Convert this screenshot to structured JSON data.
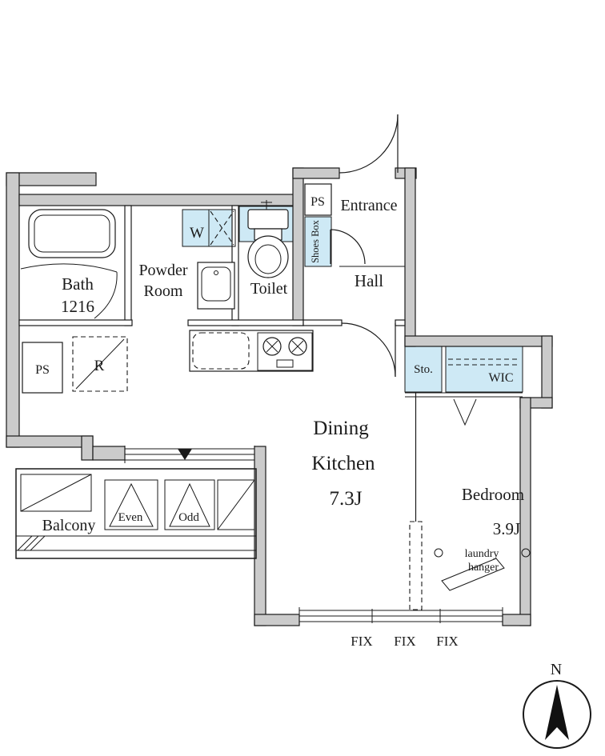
{
  "plan": {
    "rooms": {
      "bath": {
        "name": "Bath",
        "size": "1216"
      },
      "powder_room": {
        "line1": "Powder",
        "line2": "Room"
      },
      "washer": {
        "label": "W"
      },
      "toilet": {
        "label": "Toilet"
      },
      "ps_top": {
        "label": "PS"
      },
      "entrance": {
        "label": "Entrance"
      },
      "shoes_box": {
        "label": "Shoes Box"
      },
      "hall": {
        "label": "Hall"
      },
      "ps_left": {
        "label": "PS"
      },
      "refrigerator": {
        "label": "R"
      },
      "storage": {
        "label": "Sto."
      },
      "wic": {
        "label": "WIC"
      },
      "dining_kitchen": {
        "line1": "Dining",
        "line2": "Kitchen",
        "size": "7.3J"
      },
      "bedroom": {
        "name": "Bedroom",
        "size": "3.9J"
      },
      "laundry_hanger": {
        "line1": "laundry",
        "line2": "hanger"
      },
      "balcony": {
        "label": "Balcony"
      },
      "hatch_even": {
        "label": "Even"
      },
      "hatch_odd": {
        "label": "Odd"
      }
    },
    "windows": {
      "fix1": "FIX",
      "fix2": "FIX",
      "fix3": "FIX"
    },
    "compass": {
      "label": "N"
    },
    "colors": {
      "wall": "#cbcbcb",
      "wet_area": "#cee9f5",
      "line": "#1a1a1a"
    }
  }
}
